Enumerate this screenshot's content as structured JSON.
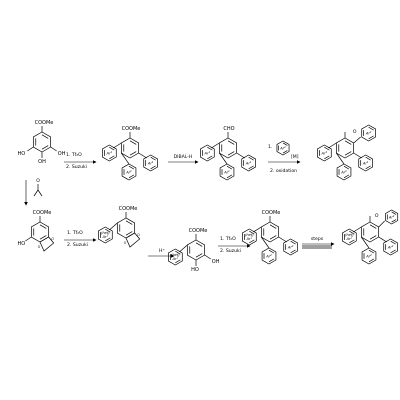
{
  "colors": {
    "red_ring": "#e8a6a6",
    "blue_ring": "#a9c3e6",
    "green_ring": "#a8d49b",
    "ink": "#000000"
  },
  "groups": {
    "ester": "COOMe",
    "aldehyde": "CHO",
    "ho": "HO",
    "oh": "OH",
    "ho_short": "HO"
  },
  "ar": {
    "ar1": "Ar",
    "ar1_sup": "1",
    "ar2": "Ar",
    "ar2_sup": "2",
    "het": "(het)",
    "het_ar": "Ar",
    "het_sup": "1"
  },
  "conditions": {
    "r1_a": "1. Tf₂O",
    "r1_b": "2. Suzuki",
    "r2": "DIBAL-H",
    "r3_a": "1.",
    "r3_m": "[M]",
    "r3_b": "2. oxidation",
    "r4_a": "1. Tf₂O",
    "r4_b": "2. Suzuki",
    "r5": "H⁺",
    "r6_a": "1. Tf₂O",
    "r6_b": "2. Suzuki",
    "r7": "steps"
  },
  "ketone_o": "O"
}
